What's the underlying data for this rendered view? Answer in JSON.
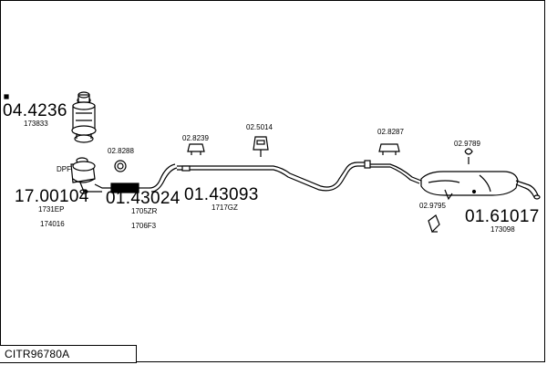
{
  "diagram_code": "CITR96780A",
  "extra_mark": "DPF",
  "parts": [
    {
      "id": "p1",
      "number": "04.4236",
      "refs": [
        "173833"
      ]
    },
    {
      "id": "p2",
      "number": "17.00104",
      "refs": [
        "1731EP",
        "174016"
      ]
    },
    {
      "id": "p3",
      "number": "01.43024",
      "refs": [
        "1705ZR",
        "1706F3"
      ]
    },
    {
      "id": "p4",
      "number": "01.43093",
      "refs": [
        "1717GZ"
      ]
    },
    {
      "id": "p5",
      "number": "01.61017",
      "refs": [
        "173098"
      ]
    }
  ],
  "fittings": [
    {
      "id": "f1",
      "number": "02.8288"
    },
    {
      "id": "f2",
      "number": "02.8239"
    },
    {
      "id": "f3",
      "number": "02.5014"
    },
    {
      "id": "f4",
      "number": "02.8287"
    },
    {
      "id": "f5",
      "number": "02.9789"
    },
    {
      "id": "f6",
      "number": "02.9795"
    }
  ]
}
